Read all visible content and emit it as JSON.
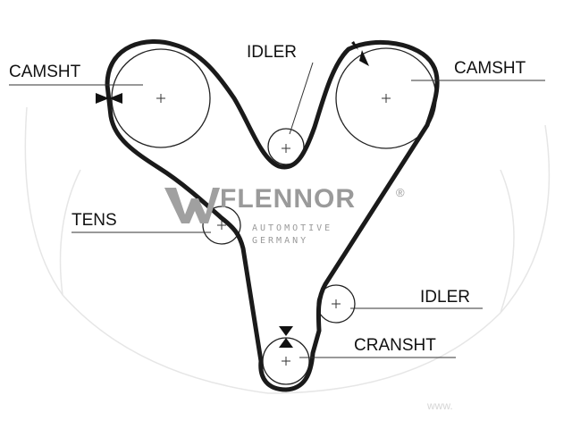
{
  "labels": {
    "camshaft_left": "CAMSHT",
    "camshaft_right": "CAMSHT",
    "idler_top": "IDLER",
    "tensioner": "TENS",
    "idler_lower": "IDLER",
    "crankshaft": "CRANSHT"
  },
  "logo": {
    "brand": "FLENNOR",
    "registered": "®",
    "line1": "AUTOMOTIVE",
    "line2": "GERMANY"
  },
  "watermark": "www.",
  "colors": {
    "belt": "#1a1a1a",
    "pulley": "#222222",
    "logo": "#9a9a9a"
  }
}
